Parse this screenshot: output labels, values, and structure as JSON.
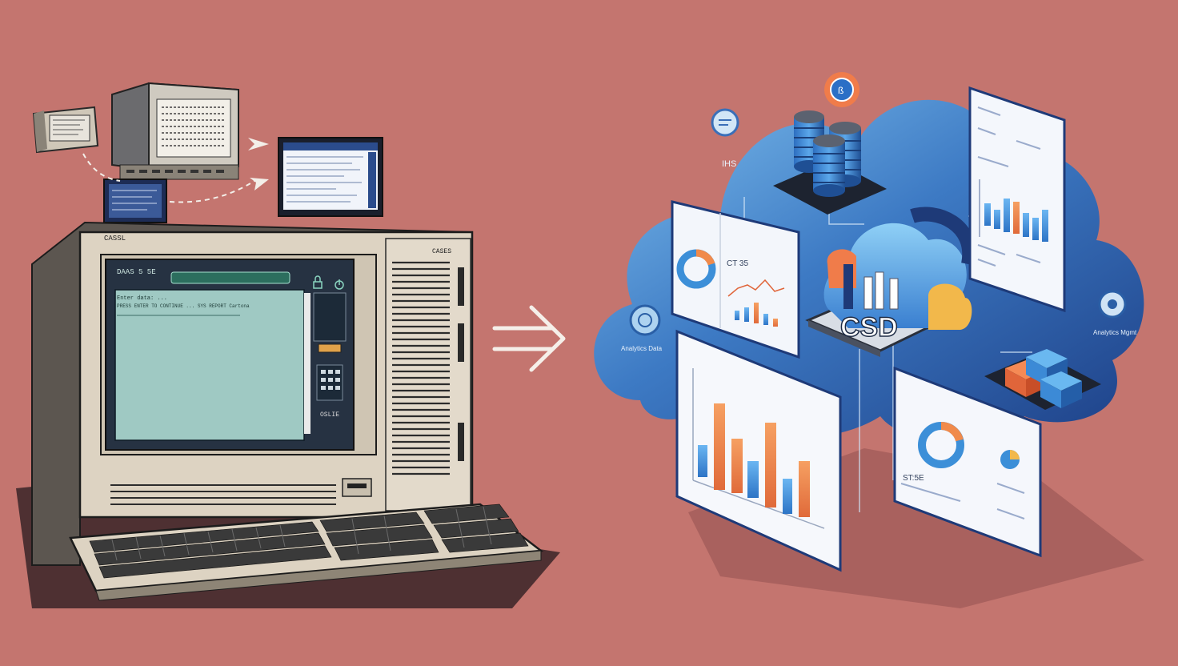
{
  "colors": {
    "background": "#c4756f",
    "beige_case": "#ddd3c2",
    "cloud_blue": "#2f66b2",
    "bar_orange": "#f08a4b",
    "bar_blue": "#3c8fd8",
    "screen_teal": "#9fc9c3"
  },
  "left": {
    "case_label_left": "CASSL",
    "case_label_right": "CASES",
    "screen_header": "DAAS 5 5E",
    "screen_status_line": "Enter data: ...",
    "screen_message": "PRESS  ENTER  TO  CONTINUE  ...  SYS  REPORT  Cartona",
    "panel_footer": "OSLIE"
  },
  "right": {
    "cloud_center_text": "CSD",
    "cloud_small_label": "IHS",
    "left_node_label": "Analytics Data",
    "right_node_label": "Analytics Mgmt",
    "panel_mid_title": "CT 35",
    "panel_bottom_label": "ST:5E"
  },
  "icons": [
    "retro-monitor-icon",
    "arrow-icon",
    "cloud-icon",
    "database-icon",
    "cube-icon",
    "donut-chart-icon",
    "bar-chart-icon",
    "line-chart-icon",
    "node-icon"
  ]
}
